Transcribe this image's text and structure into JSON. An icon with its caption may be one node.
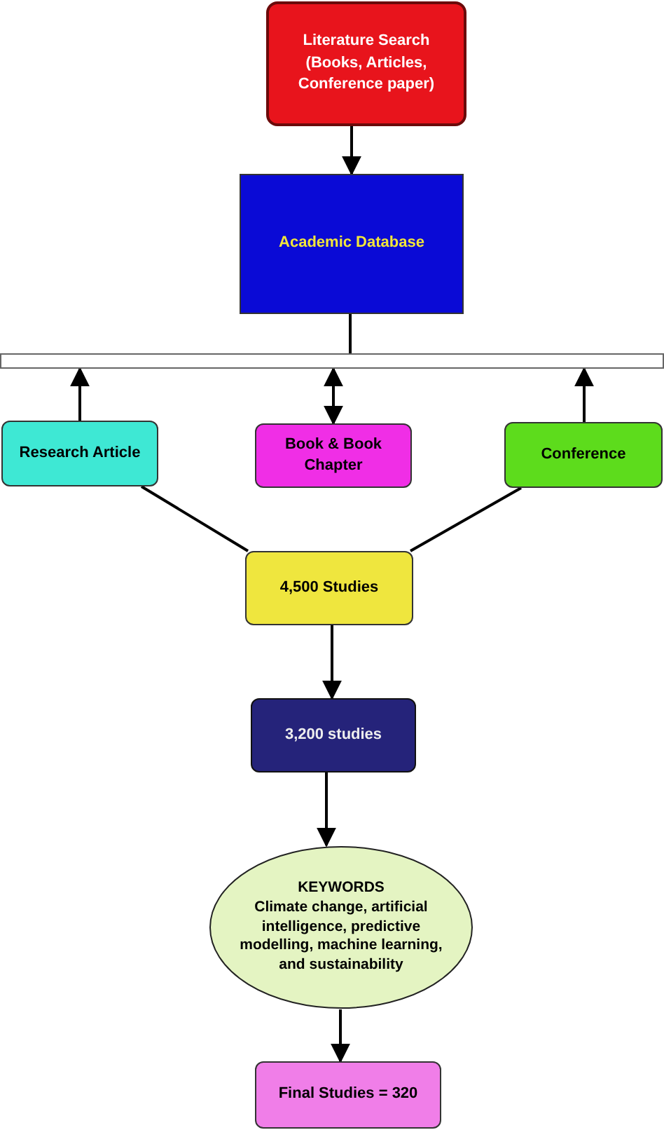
{
  "diagram": {
    "nodes": [
      {
        "text": [
          "Literature Search (Books, Articles, Conference paper)"
        ]
      },
      {
        "text": [
          "Academic Database"
        ]
      },
      {
        "text": [],
        "shape": "bar"
      },
      {
        "text": [
          "Research Article"
        ]
      },
      {
        "text": [
          "Book & Book Chapter"
        ]
      },
      {
        "text": [
          "Conference"
        ]
      },
      {
        "text": [
          "4,500 Studies"
        ]
      },
      {
        "text": [
          "3,200 studies"
        ]
      },
      {
        "text": [
          "KEYWORDS",
          "Climate change, artificial intelligence, predictive modelling, machine learning, and sustainability"
        ]
      },
      {
        "text": [
          "Final Studies = 320"
        ]
      }
    ],
    "edges": [
      {
        "from": 0,
        "to": 1,
        "arrow": "to"
      },
      {
        "from": 1,
        "to": 2,
        "arrow": "none"
      },
      {
        "from": 3,
        "to": 2,
        "arrow": "to"
      },
      {
        "from": 4,
        "to": 2,
        "arrow": "both"
      },
      {
        "from": 5,
        "to": 2,
        "arrow": "to"
      },
      {
        "from": 3,
        "to": 6,
        "arrow": "none"
      },
      {
        "from": 5,
        "to": 6,
        "arrow": "none"
      },
      {
        "from": 6,
        "to": 7,
        "arrow": "to"
      },
      {
        "from": 7,
        "to": 8,
        "arrow": "to"
      },
      {
        "from": 8,
        "to": 9,
        "arrow": "to"
      }
    ]
  }
}
